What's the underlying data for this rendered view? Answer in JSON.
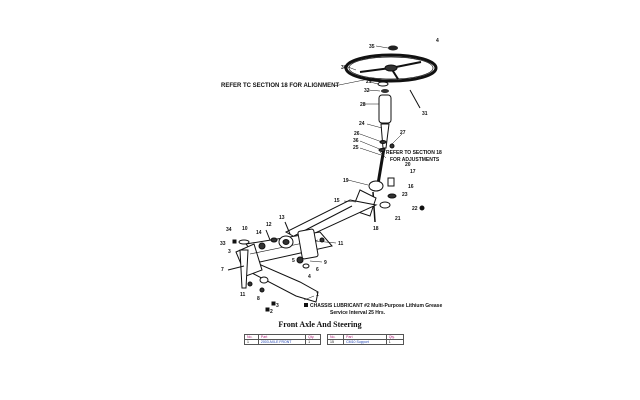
{
  "page_marker": "4",
  "notes": {
    "alignment": "REFER TC SECTION 18 FOR ALIGNMENT",
    "adjustments_1": "REFER TO SECTION 18",
    "adjustments_2": "FOR ADJUSTMENTS",
    "lubricant_1": "CHASSIS LUBRICANT #2 Multi-Purpose Lithium Grease",
    "lubricant_2": "Service Interval 25 Hrs."
  },
  "callouts": [
    "35",
    "30",
    "29",
    "32",
    "28",
    "31",
    "24",
    "27",
    "26",
    "36",
    "25",
    "20",
    "17",
    "16",
    "23",
    "22",
    "19",
    "15",
    "21",
    "18",
    "13",
    "12",
    "14",
    "10",
    "34",
    "33",
    "11",
    "7",
    "3",
    "9",
    "6",
    "4",
    "5",
    "11",
    "8",
    "3",
    "2",
    "1"
  ],
  "title": "Front Axle And Steering",
  "tables": {
    "headers": {
      "no": "No.",
      "part": "Part",
      "qty": "Qty."
    },
    "left": [
      {
        "no": "1",
        "part": "2003 AXLE FRONT",
        "qty": "1"
      }
    ],
    "right": [
      {
        "no": "15",
        "part": "CM10 Support",
        "qty": "1"
      }
    ]
  }
}
